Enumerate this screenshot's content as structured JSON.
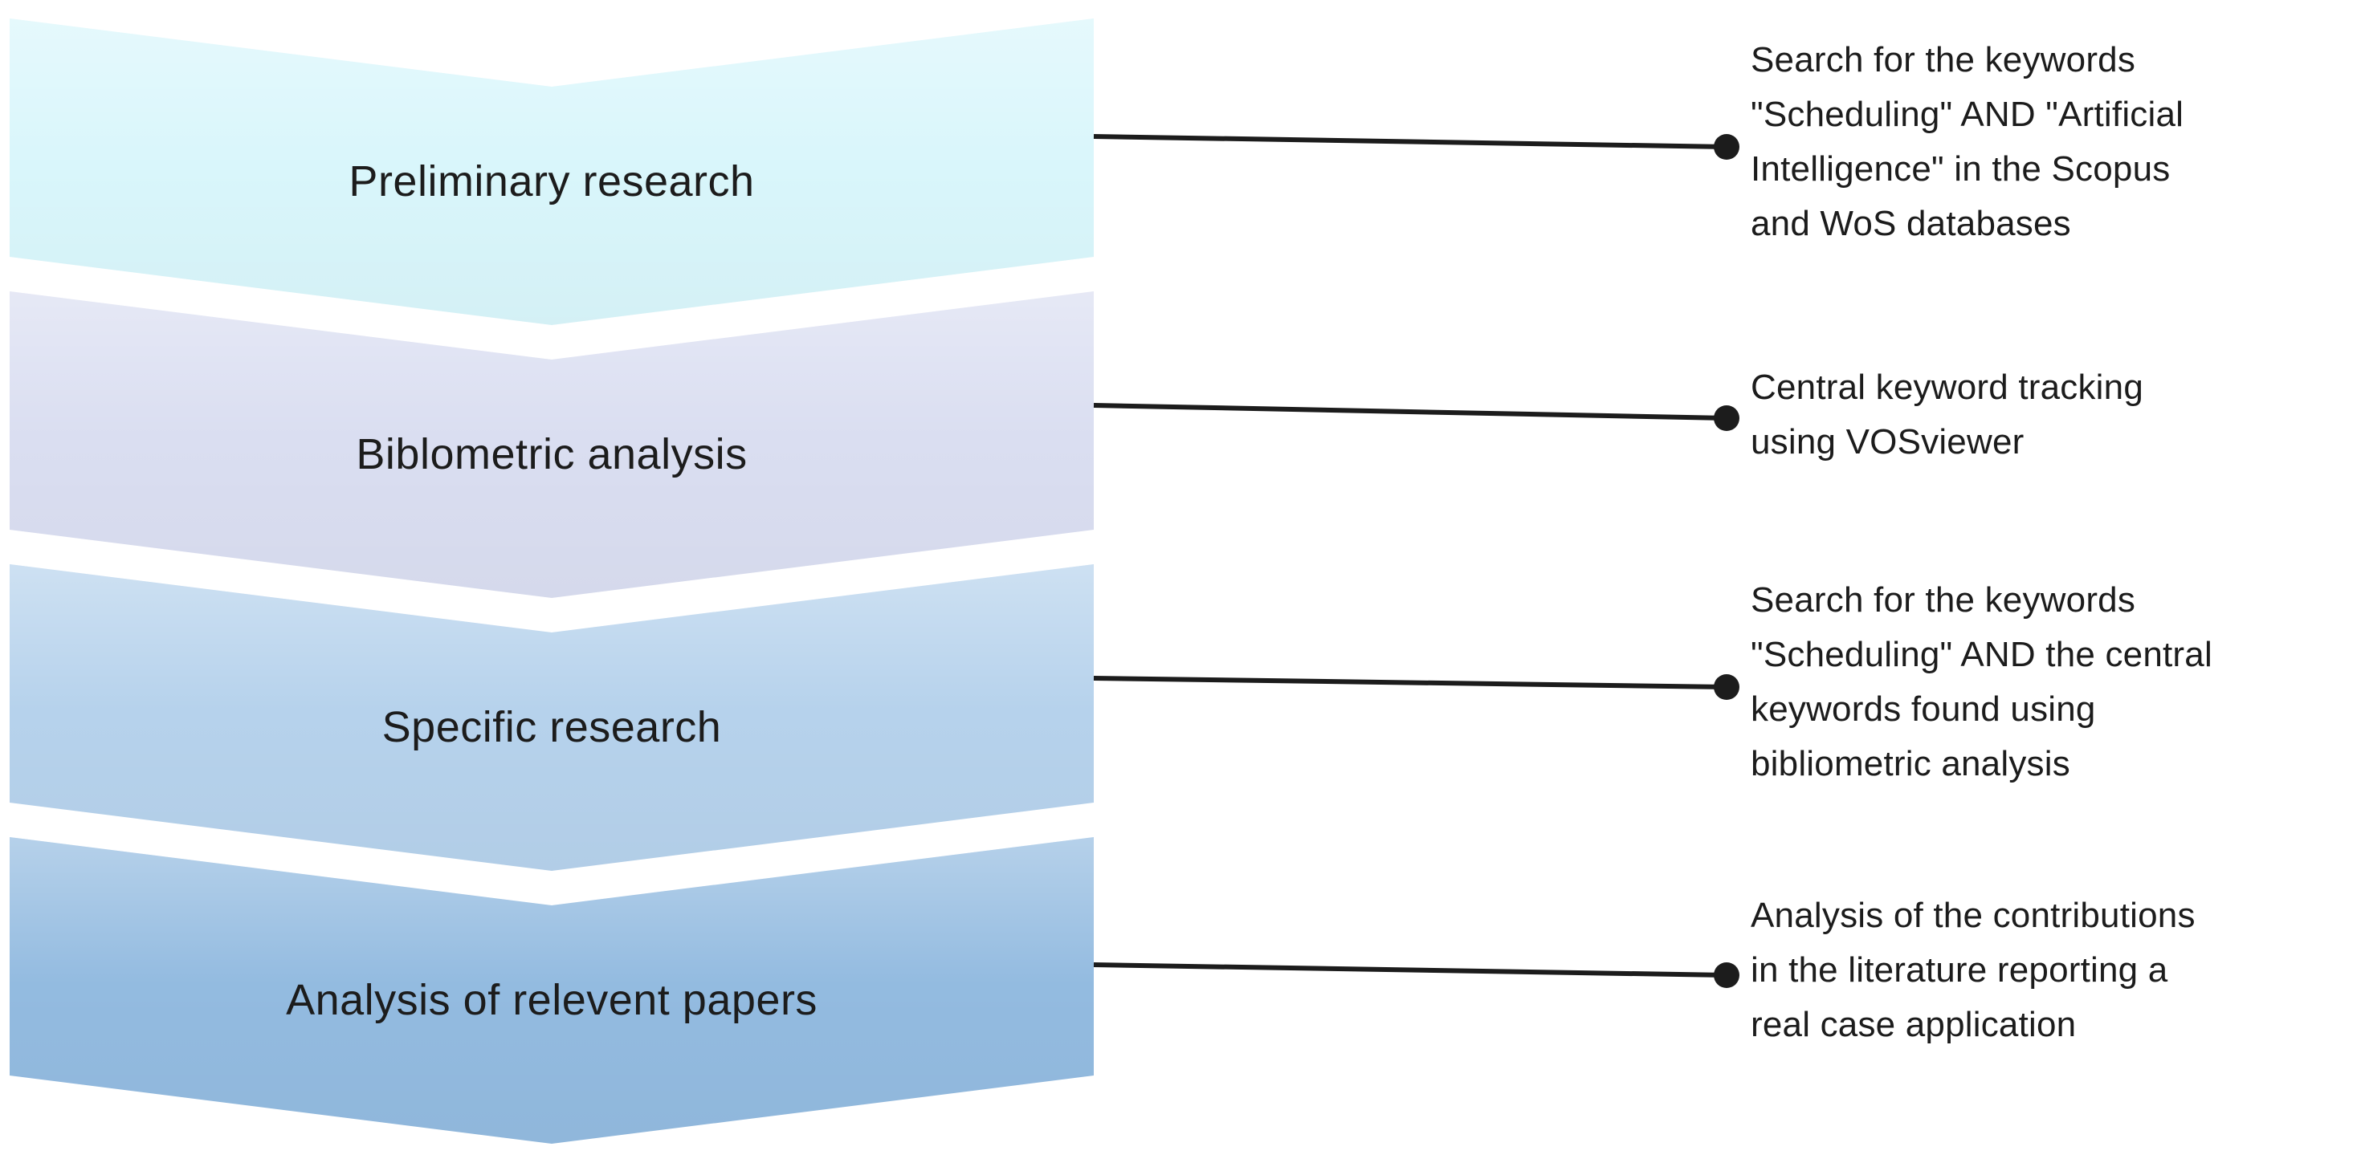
{
  "figure": {
    "background": "#ffffff",
    "text_color": "#1c1c1c",
    "connector_color": "#1c1c1c",
    "steps": [
      {
        "label": "Preliminary research",
        "fill": "#d9f6fb",
        "description": "Search for the keywords \"Scheduling\" AND \"Artificial Intelligence\" in the Scopus and WoS databases",
        "description_lines": [
          "Search for the keywords",
          "\"Scheduling\" AND \"Artificial",
          "Intelligence\" in the Scopus",
          "and WoS databases"
        ]
      },
      {
        "label": "Biblometric analysis",
        "fill": "#dadef1",
        "description": "Central keyword tracking using VOSviewer",
        "description_lines": [
          "Central keyword tracking",
          "using VOSviewer"
        ]
      },
      {
        "label": "Specific research",
        "fill": "#b6d2ec",
        "description": "Search for the keywords \"Scheduling\" AND the central keywords found using bibliometric analysis",
        "description_lines": [
          "Search for the keywords",
          "\"Scheduling\" AND the central",
          "keywords found using",
          "bibliometric analysis"
        ]
      },
      {
        "label": "Analysis of relevent papers",
        "fill": "#93bbe0",
        "description": "Analysis of the contributions in the literature reporting a real case application",
        "description_lines": [
          "Analysis of the contributions",
          "in the literature reporting a",
          "real case application"
        ]
      }
    ]
  }
}
